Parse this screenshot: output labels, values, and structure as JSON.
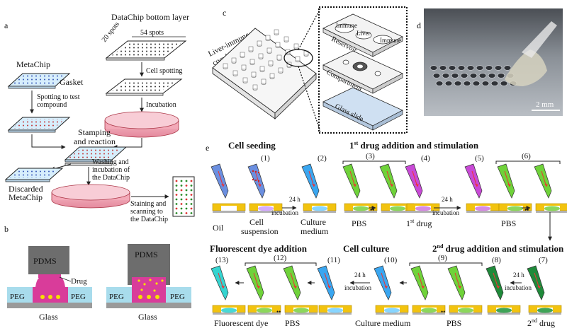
{
  "panels": {
    "a": {
      "letter": "a",
      "datachip_title": "DataChip bottom layer",
      "spots_x": "54 spots",
      "spots_y": "20 spots",
      "metachip": "MetaChip",
      "gasket": "Gasket",
      "cell_spotting": "Cell spotting",
      "spotting_test_1": "Spotting to test",
      "spotting_test_2": "compound",
      "incubation": "Incubation",
      "stamping_1": "Stamping",
      "stamping_2": "and reaction",
      "washing_1": "Washing and",
      "washing_2": "incubation of",
      "washing_3": "the DataChip",
      "discarded_1": "Discarded",
      "discarded_2": "MetaChip",
      "staining_1": "Staining and",
      "staining_2": "scanning to",
      "staining_3": "the DataChip"
    },
    "b": {
      "letter": "b",
      "pdms_left": "PDMS",
      "pdms_right": "PDMS",
      "drug": "Drug",
      "peg": "PEG",
      "glass": "Glass"
    },
    "c": {
      "letter": "c",
      "array_1": "Liver-immune",
      "array_2": "coculture array",
      "immune": "Immune",
      "liver": "Liver",
      "reservoir": "Reservoir",
      "compartment": "Compartment",
      "glass_slide": "Glass slide"
    },
    "d": {
      "letter": "d",
      "scale": "2 mm"
    },
    "e": {
      "letter": "e",
      "cell_seeding": "Cell seeding",
      "first_drug_add": "drug addition and stimulation",
      "first_sup": "st",
      "first_num": "1",
      "second_num": "2",
      "second_sup": "nd",
      "second_drug_add": "drug addition and stimulation",
      "fluor_add": "Fluorescent dye addition",
      "cell_culture": "Cell culture",
      "incubation_24": "24 h",
      "incubation_word": "incubation",
      "oil": "Oil",
      "cell_susp_1": "Cell",
      "cell_susp_2": "suspension",
      "culture_medium_1": "Culture",
      "culture_medium_2": "medium",
      "pbs": "PBS",
      "drug": "drug",
      "culture_medium": "Culture medium",
      "fluorescent_dye": "Fluorescent dye",
      "steps": [
        "(1)",
        "(2)",
        "(3)",
        "(4)",
        "(5)",
        "(6)",
        "(7)",
        "(8)",
        "(9)",
        "(10)",
        "(11)",
        "(12)",
        "(13)"
      ]
    }
  }
}
